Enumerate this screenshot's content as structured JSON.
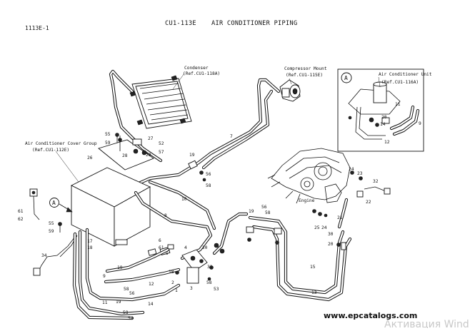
{
  "header": {
    "page_code": "1113E-1",
    "title_code": "CU1-113E",
    "title": "AIR CONDITIONER PIPING"
  },
  "callouts": {
    "condenser": {
      "name": "Condenser",
      "ref": "(Ref.CU1-118A)"
    },
    "compressor_mount": {
      "name": "Compressor Mount",
      "ref": "(Ref.CU1-115E)"
    },
    "cover_group": {
      "name": "Air Conditioner Cover Group",
      "ref": "(Ref.CU1-112E)"
    },
    "unit": {
      "name": "Air Conditioner Unit",
      "ref": "(Ref.CU1-116A)"
    },
    "engine": {
      "name": "Engine"
    }
  },
  "view_markers": {
    "main": "A",
    "inset": "A"
  },
  "part_numbers": {
    "p7": "7",
    "p26": "26",
    "p27": "27",
    "p28": "28",
    "p29": "29",
    "p52": "52",
    "p57": "57",
    "p55a": "55",
    "p59a": "59",
    "p19a": "19",
    "p56a": "56",
    "p58a": "58",
    "p10": "10",
    "p8": "8",
    "p61a": "61",
    "p62a": "62",
    "p55b": "55",
    "p59b": "59",
    "p17": "17",
    "p18a": "18",
    "p34": "34",
    "p6": "6",
    "p61b": "61",
    "p5": "5",
    "p4": "4",
    "p20a": "20",
    "p3": "3",
    "p31": "31",
    "p18b": "18",
    "p2": "2",
    "p1": "1",
    "p58b": "58",
    "p53": "53",
    "p9": "9",
    "p19b": "19",
    "p58c": "58",
    "p56b": "56",
    "p11": "11",
    "p12": "12",
    "p14": "14",
    "p19c": "19",
    "p58d": "58",
    "p54": "54",
    "p19d": "19",
    "p56c": "56",
    "p58e": "58",
    "p15": "15",
    "p13": "13",
    "p24a": "24",
    "p23": "23",
    "p32": "32",
    "p22": "22",
    "p24b": "24",
    "p25": "25",
    "p21": "21",
    "p30": "30",
    "p20b": "20",
    "i11": "11",
    "i20": "20",
    "i14": "14",
    "i9": "9",
    "i12": "12"
  },
  "footer": {
    "site": "www.epcatalogs.com",
    "overlay": "Активация Wind"
  }
}
